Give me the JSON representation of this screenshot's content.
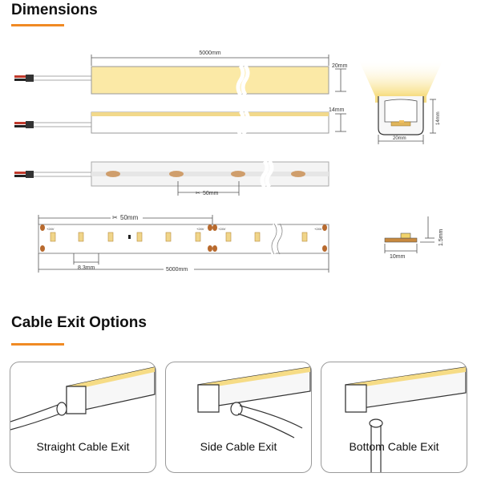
{
  "sections": {
    "dimensions_title": "Dimensions",
    "cable_title": "Cable Exit Options"
  },
  "dimension_labels": {
    "length_top": "5000mm",
    "height_20": "20mm",
    "height_14": "14mm",
    "pitch_50": "50mm",
    "profile_height": "14mm",
    "profile_width": "20mm",
    "pcb_pitch": "50mm",
    "pcb_segment": "8.3mm",
    "pcb_length": "5000mm",
    "pcb_thickness": "1.5mm",
    "pcb_width": "10mm",
    "voltage": "+24V",
    "cut_symbol": "✂"
  },
  "cable_options": [
    {
      "label": "Straight Cable Exit"
    },
    {
      "label": "Side Cable Exit"
    },
    {
      "label": "Bottom Cable Exit"
    }
  ],
  "colors": {
    "accent": "#f08a24",
    "warm_light": "#fbe9a6",
    "led": "#f0d58a",
    "copper": "#c07a3a",
    "line": "#555555"
  }
}
